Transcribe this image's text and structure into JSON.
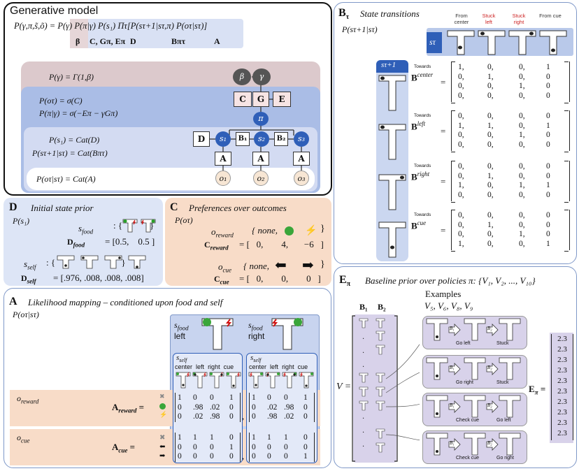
{
  "generative_model": {
    "title": "Generative model",
    "joint": "P(γ,π,s̃,õ) = P(γ) P(π|γ) P(s₁) Πτ[P(sτ+1|sτ,π) P(oτ|sτ)]",
    "factor_labels": [
      "β",
      "C, Gπ, Eπ",
      "D",
      "Bπτ",
      "A"
    ],
    "eq_gamma": "P(γ) = Γ(1,β)",
    "eq_o": "P(oτ) = σ(C)",
    "eq_pi": "P(π|γ) = σ(−Eπ − γGπ)",
    "eq_s1": "P(s₁) = Cat(D)",
    "eq_trans": "P(sτ+1|sτ) = Cat(Bπτ)",
    "eq_obs": "P(oτ|sτ) = Cat(A)",
    "nodes": {
      "beta": "β",
      "gamma": "γ",
      "C": "C",
      "G": "G",
      "E": "E",
      "pi": "π",
      "D": "D",
      "s1": "s₁",
      "B1": "B₁",
      "s2": "s₂",
      "B2": "B₂",
      "s3": "s₃",
      "A": "A",
      "o1": "o₁",
      "o2": "o₂",
      "o3": "o₃"
    }
  },
  "state_transitions": {
    "letter": "B",
    "sub": "τ",
    "title": "State transitions",
    "formula": "P(sτ+1|sτ)",
    "columns": [
      "From center",
      "Stuck left",
      "Stuck right",
      "From cue"
    ],
    "column_colors": [
      "#333333",
      "#cc2222",
      "#cc2222",
      "#333333"
    ],
    "row_label": "sτ",
    "col_label": "sτ+1",
    "towards": "Towards",
    "matrices": [
      {
        "name": "center",
        "rows": [
          [
            "1,",
            "0,",
            "0,",
            "1"
          ],
          [
            "0,",
            "1,",
            "0,",
            "0"
          ],
          [
            "0,",
            "0,",
            "1,",
            "0"
          ],
          [
            "0,",
            "0,",
            "0,",
            "0"
          ]
        ]
      },
      {
        "name": "left",
        "rows": [
          [
            "0,",
            "0,",
            "0,",
            "0"
          ],
          [
            "1,",
            "1,",
            "0,",
            "1"
          ],
          [
            "0,",
            "0,",
            "1,",
            "0"
          ],
          [
            "0,",
            "0,",
            "0,",
            "0"
          ]
        ]
      },
      {
        "name": "right",
        "rows": [
          [
            "0,",
            "0,",
            "0,",
            "0"
          ],
          [
            "0,",
            "1,",
            "0,",
            "0"
          ],
          [
            "1,",
            "0,",
            "1,",
            "1"
          ],
          [
            "0,",
            "0,",
            "0,",
            "0"
          ]
        ]
      },
      {
        "name": "cue",
        "rows": [
          [
            "0,",
            "0,",
            "0,",
            "0"
          ],
          [
            "0,",
            "1,",
            "0,",
            "0"
          ],
          [
            "0,",
            "0,",
            "1,",
            "0"
          ],
          [
            "1,",
            "0,",
            "0,",
            "1"
          ]
        ]
      }
    ]
  },
  "initial_prior": {
    "letter": "D",
    "title": "Initial state prior",
    "formula": "P(s₁)",
    "s_food": "s",
    "food_sub": "food",
    "D_food_label": "D",
    "D_food_values": "= [0.5,    0.5 ]",
    "s_self": "s",
    "self_sub": "self",
    "D_self_label": "D",
    "D_self_values": "= [.976, .008, .008, .008]"
  },
  "preferences": {
    "letter": "C",
    "title": "Preferences over outcomes",
    "formula": "P(oτ)",
    "o_reward": "o",
    "reward_sub": "reward",
    "reward_set": "{ none,",
    "C_reward_label": "C",
    "C_reward_values": "= [   0,        4,       −6   ]",
    "o_cue": "o",
    "cue_sub": "cue",
    "cue_set": "{ none,",
    "C_cue_values": "= [   0,        0,        0   ]"
  },
  "likelihood": {
    "letter": "A",
    "title": "Likelihood mapping – conditioned upon food and self",
    "formula": "P(oτ|sτ)",
    "food_left": "left",
    "food_right": "right",
    "s_food": "s",
    "food_sub": "food",
    "s_self": "s",
    "self_sub": "self",
    "columns": [
      "center",
      "left",
      "right",
      "cue"
    ],
    "o_reward": "o",
    "reward_sub": "reward",
    "o_cue": "o",
    "cue_sub": "cue",
    "A_reward_label": "A",
    "A_cue_label": "A",
    "A_reward_left": [
      [
        "1",
        "0",
        "0",
        "1"
      ],
      [
        "0",
        ".98",
        ".02",
        "0"
      ],
      [
        "0",
        ".02",
        ".98",
        "0"
      ]
    ],
    "A_reward_right": [
      [
        "1",
        "0",
        "0",
        "1"
      ],
      [
        "0",
        ".02",
        ".98",
        "0"
      ],
      [
        "0",
        ".98",
        ".02",
        "0"
      ]
    ],
    "A_cue_left": [
      [
        "1",
        "1",
        "1",
        "0"
      ],
      [
        "0",
        "0",
        "0",
        "1"
      ],
      [
        "0",
        "0",
        "0",
        "0"
      ]
    ],
    "A_cue_right": [
      [
        "1",
        "1",
        "1",
        "0"
      ],
      [
        "0",
        "0",
        "0",
        "0"
      ],
      [
        "0",
        "0",
        "0",
        "1"
      ]
    ]
  },
  "policies": {
    "letter": "E",
    "sub": "π",
    "title": "Baseline prior over policies π: {V₁, V₂, ..., V₁₀}",
    "examples_label": "Examples",
    "examples_list": "V₅, V₆, V₈, V₉",
    "B1": "B₁",
    "B2": "B₂",
    "V": "V =",
    "E_label": "E",
    "E_values": [
      "2.3",
      "2.3",
      "2.3",
      "2.3",
      "2.3",
      "2.3",
      "2.3",
      "2.3",
      "2.3",
      "2.3"
    ],
    "examples": [
      {
        "first": "Go left",
        "second": "Stuck"
      },
      {
        "first": "Go right",
        "second": "Stuck"
      },
      {
        "first": "Check cue",
        "second": "Go left"
      },
      {
        "first": "Check cue",
        "second": "Go right"
      }
    ]
  }
}
